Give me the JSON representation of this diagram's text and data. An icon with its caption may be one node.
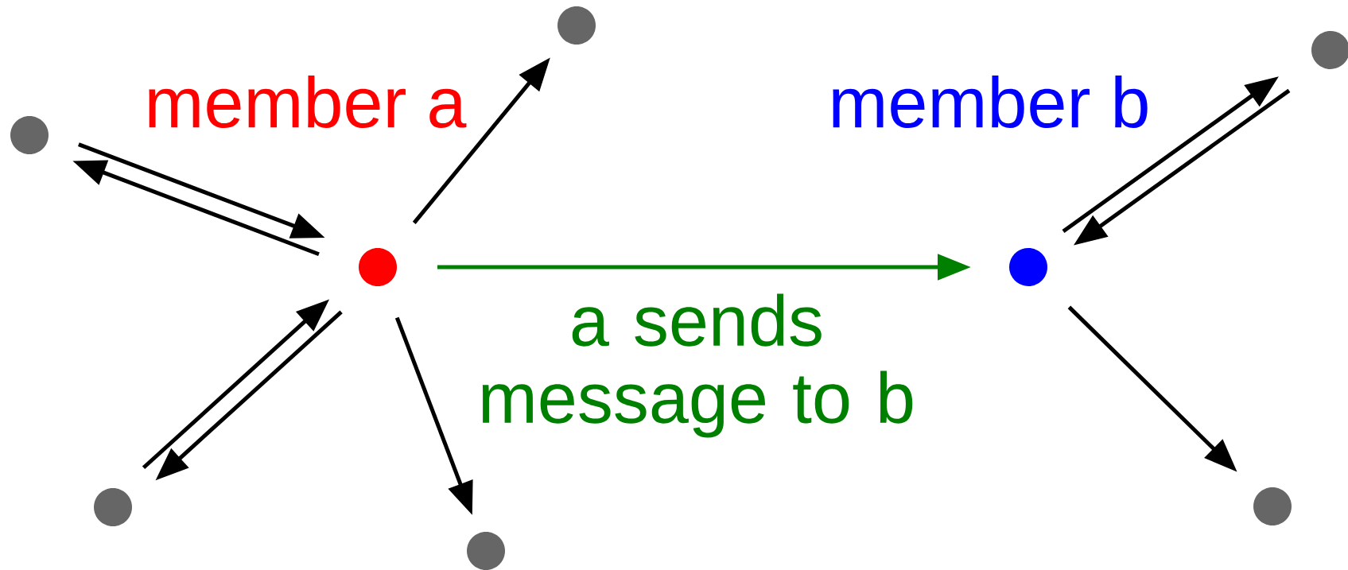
{
  "diagram": {
    "nodes": [
      {
        "text": [],
        "shape": "circle"
      },
      {
        "text": [],
        "shape": "circle"
      },
      {
        "text": [],
        "shape": "circle",
        "beside": [
          "member a"
        ]
      },
      {
        "text": [],
        "shape": "circle",
        "beside": [
          "member b"
        ]
      },
      {
        "text": [],
        "shape": "circle"
      },
      {
        "text": [],
        "shape": "circle"
      },
      {
        "text": [],
        "shape": "circle"
      },
      {
        "text": [],
        "shape": "circle"
      }
    ],
    "edges": [
      {
        "from": 0,
        "to": 2,
        "arrow": "to"
      },
      {
        "from": 2,
        "to": 0,
        "arrow": "to"
      },
      {
        "from": 2,
        "to": 1,
        "arrow": "to"
      },
      {
        "from": 5,
        "to": 2,
        "arrow": "to"
      },
      {
        "from": 2,
        "to": 5,
        "arrow": "to"
      },
      {
        "from": 2,
        "to": 6,
        "arrow": "to"
      },
      {
        "from": 2,
        "to": 3,
        "arrow": "to",
        "label": "a sends message to b",
        "color": "#008000"
      },
      {
        "from": 3,
        "to": 4,
        "arrow": "to"
      },
      {
        "from": 4,
        "to": 3,
        "arrow": "to"
      },
      {
        "from": 3,
        "to": 7,
        "arrow": "to"
      }
    ]
  }
}
